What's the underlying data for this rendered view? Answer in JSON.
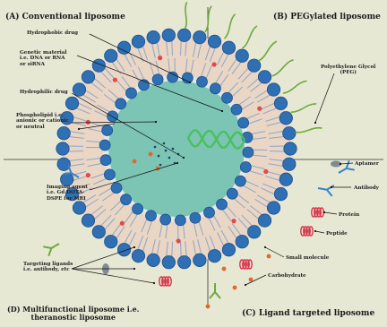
{
  "quadrants": {
    "a": "(A) Conventional liposome",
    "b": "(B) PEGylated liposome",
    "c": "(C) Ligand targeted liposome",
    "d": "(D) Multifunctional liposome i.e.\ntheranostic liposome"
  },
  "labels": {
    "hydrophobic_drug": "Hydrophobic drug",
    "genetic_material": "Genetic material\ni.e. DNA or RNA\nor siRNA",
    "hydrophilic_drug": "Hydrophilic drug",
    "phospholipid": "Phospholipid i.e.\nanionic or cationic\nor neutral",
    "peg": "Polyethylene Glycol\n(PEG)",
    "aptamer": "Aptamer",
    "antibody": "Antibody",
    "protein": "Protein",
    "peptide": "Peptide",
    "small_molecule": "Small molecule",
    "carbohydrate": "Carbohydrate",
    "imaging_agent": "Imaging agent\ni.e. Gd DOTA-\nDSPE for MRI",
    "targeting_ligands": "Targeting ligands\ni.e. antibody, etc"
  },
  "colors": {
    "background": "#e6e8d4",
    "head": "#2f6fb3",
    "head_dark": "#1c4f8c",
    "tail": "#8ea6c4",
    "bilayer_fill": "#ead6c4",
    "core": "#7cc4b4",
    "dna": "#49c25a",
    "drug_dot": "#e04a4a",
    "peg": "#6ea93b",
    "ligand": "#3b82c4",
    "peptide": "#d8334a",
    "carbohydrate": "#e5662a"
  }
}
